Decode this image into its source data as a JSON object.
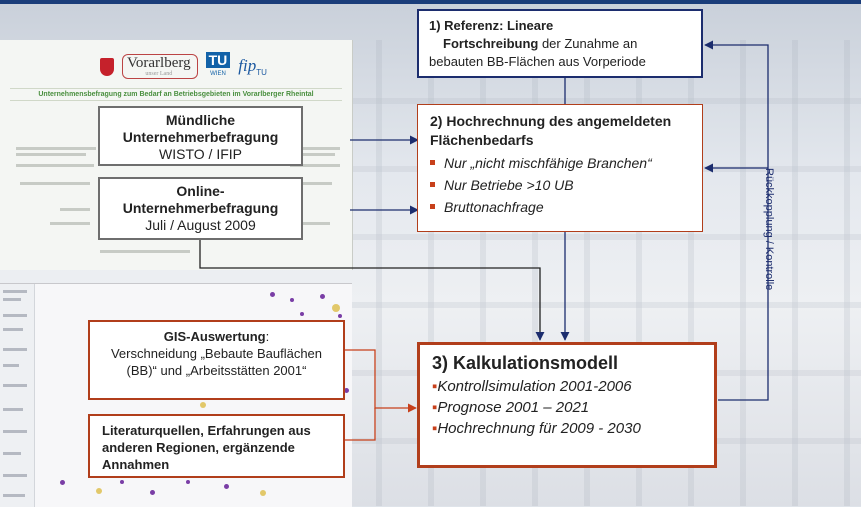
{
  "logos": {
    "vorarlberg": "Vorarlberg",
    "vorarlberg_sub": "unser Land",
    "tu": "TU",
    "tu_sub": "WIEN",
    "fip": "fip",
    "fip_sub": "TU"
  },
  "survey_doc_title": "Unternehmensbefragung zum Bedarf an Betriebsgebieten im Vorarlberger Rheintal",
  "box_ref": {
    "num": "1) Referenz: Lineare",
    "bold2": "Fortschreibung",
    "rest": " der Zunahme an bebauten BB-Flächen aus Vorperiode"
  },
  "box_hoch": {
    "title": "2) Hochrechnung des angemeldeten Flächenbedarfs",
    "items": [
      "Nur „nicht mischfähige Branchen“",
      "Nur Betriebe >10 UB",
      "Bruttonachfrage"
    ]
  },
  "box_muend": {
    "title": "Mündliche Unternehmerbefragung",
    "sub": "WISTO / IFIP"
  },
  "box_online": {
    "title": "Online-Unternehmerbefragung",
    "sub": "Juli / August 2009"
  },
  "box_gis": {
    "title": "GIS-Auswertung",
    "text": "Verschneidung „Bebaute Bauflächen (BB)“ und „Arbeitsstätten 2001“"
  },
  "box_lit": {
    "text": "Literaturquellen, Erfahrungen aus anderen Regionen, ergänzende Annahmen"
  },
  "box_kalk": {
    "title": "3) Kalkulationsmodell",
    "items": [
      "Kontrollsimulation 2001-2006",
      "Prognose 2001 – 2021",
      "Hochrechnung für 2009 - 2030"
    ]
  },
  "feedback_label": "Rückkopplung / Kontrolle",
  "colors": {
    "navy": "#1c2d6e",
    "rust": "#b13e1b",
    "bullet": "#c7401b"
  }
}
